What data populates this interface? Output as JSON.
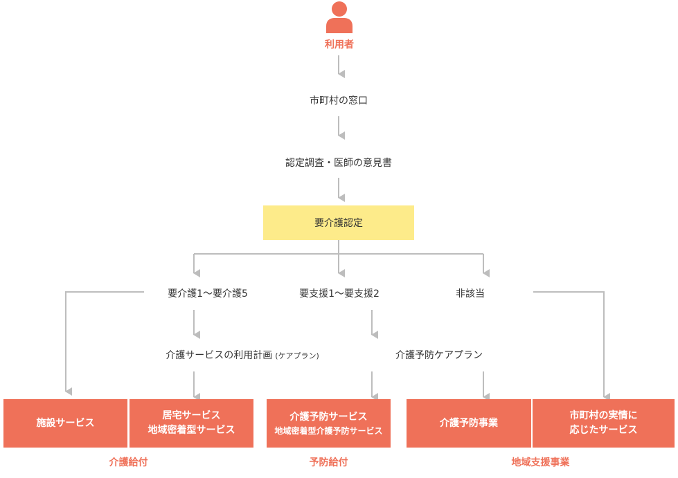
{
  "colors": {
    "accent": "#ef7159",
    "highlight": "#fdeb8a",
    "line": "#bdbdbd",
    "text": "#333333"
  },
  "icon": "person-icon",
  "user_label": "利用者",
  "steps": {
    "window": "市町村の窓口",
    "investigation": "認定調査・医師の意見書",
    "certification": "要介護認定"
  },
  "branches": {
    "care": "要介護1〜要介護5",
    "support": "要支援1〜要支援2",
    "none": "非該当"
  },
  "plans": {
    "care_plan": "介護サービスの利用計画",
    "care_plan_note": "(ケアプラン)",
    "prevention_plan": "介護予防ケアプラン"
  },
  "services": {
    "facility": "施設サービス",
    "home_line1": "居宅サービス",
    "home_line2": "地域密着型サービス",
    "prevention_line1": "介護予防サービス",
    "prevention_line2": "地域密着型介護予防サービス",
    "prevention_project": "介護予防事業",
    "municipal_line1": "市町村の実情に",
    "municipal_line2": "応じたサービス"
  },
  "groups": {
    "care_benefit": "介護給付",
    "prevention_benefit": "予防給付",
    "community_support": "地域支援事業"
  }
}
